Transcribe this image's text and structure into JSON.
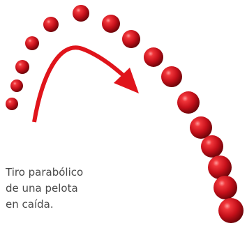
{
  "caption": {
    "lines": [
      "Tiro parabólico",
      "de una pelota",
      "en caída."
    ]
  },
  "colors": {
    "ball_highlight": "#ff7a7a",
    "ball_mid": "#d4161c",
    "ball_dark": "#5e0206",
    "arrow": "#e0141b",
    "caption_text": "#4a4a4a"
  },
  "icons": {
    "ball": "red-sphere-icon",
    "arrow": "curved-arrow-icon"
  }
}
